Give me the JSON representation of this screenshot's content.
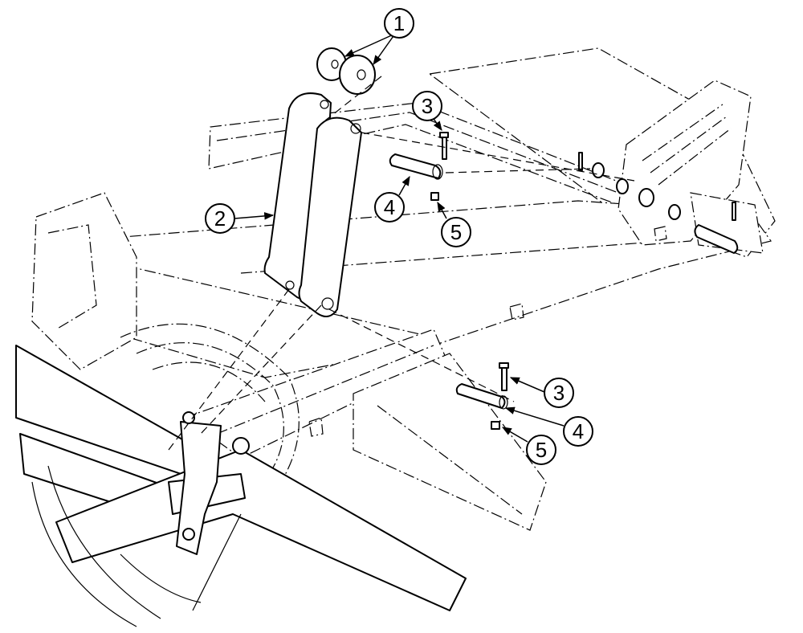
{
  "callouts": [
    {
      "id": "callout-1",
      "label": "1"
    },
    {
      "id": "callout-2",
      "label": "2"
    },
    {
      "id": "callout-3a",
      "label": "3"
    },
    {
      "id": "callout-4a",
      "label": "4"
    },
    {
      "id": "callout-5a",
      "label": "5"
    },
    {
      "id": "callout-3b",
      "label": "3"
    },
    {
      "id": "callout-4b",
      "label": "4"
    },
    {
      "id": "callout-5b",
      "label": "5"
    }
  ]
}
